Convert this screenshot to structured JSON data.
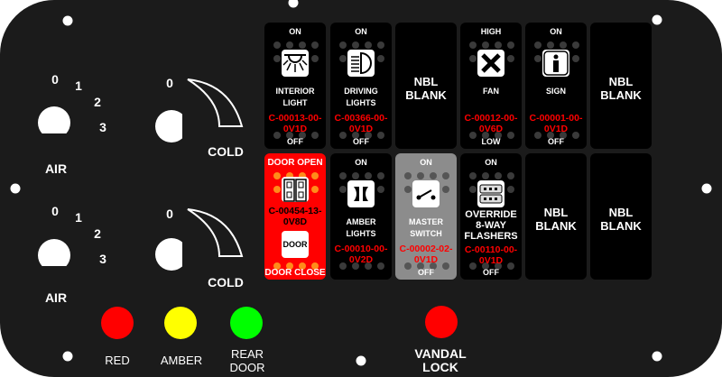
{
  "air_controls": [
    {
      "label": "AIR",
      "positions": [
        "0",
        "1",
        "2",
        "3"
      ],
      "temp_zero": "0",
      "temp_label": "COLD"
    },
    {
      "label": "AIR",
      "positions": [
        "0",
        "1",
        "2",
        "3"
      ],
      "temp_zero": "0",
      "temp_label": "COLD"
    }
  ],
  "switches": [
    {
      "top": "ON",
      "label": "INTERIOR LIGHT",
      "code": "C-00013-00-0V1D",
      "bottom": "OFF",
      "icon": "interior-light-icon",
      "style": "black"
    },
    {
      "top": "ON",
      "label": "DRIVING LIGHTS",
      "code": "C-00366-00-0V1D",
      "bottom": "OFF",
      "icon": "headlight-icon",
      "style": "black"
    },
    {
      "label": "NBL BLANK",
      "style": "blank"
    },
    {
      "top": "HIGH",
      "label": "FAN",
      "code": "C-00012-00-0V6D",
      "bottom": "LOW",
      "icon": "fan-icon",
      "style": "black"
    },
    {
      "top": "ON",
      "label": "SIGN",
      "code": "C-00001-00-0V1D",
      "bottom": "OFF",
      "icon": "info-icon",
      "style": "black"
    },
    {
      "label": "NBL BLANK",
      "style": "blank"
    },
    {
      "top": "DOOR OPEN",
      "label": "DOOR",
      "code": "C-00454-13-0V8D",
      "bottom": "DOOR CLOSE",
      "icon": "door-icon",
      "style": "red"
    },
    {
      "top": "ON",
      "label": "AMBER LIGHTS",
      "code": "C-00010-00-0V2D",
      "bottom": "",
      "icon": "amber-lights-icon",
      "style": "black"
    },
    {
      "top": "ON",
      "label": "MASTER SWITCH",
      "code": "C-00002-02-0V1D",
      "bottom": "OFF",
      "icon": "master-switch-icon",
      "style": "gray"
    },
    {
      "top": "ON",
      "label": "OVERRIDE 8-WAY FLASHERS",
      "code": "C-00110-00-0V1D",
      "bottom": "OFF",
      "icon": "flashers-icon",
      "style": "black"
    },
    {
      "label": "NBL BLANK",
      "style": "blank"
    },
    {
      "label": "NBL BLANK",
      "style": "blank"
    }
  ],
  "indicators": [
    {
      "label": "RED",
      "color": "#ff0000"
    },
    {
      "label": "AMBER",
      "color": "#ffff00"
    },
    {
      "label": "REAR DOOR",
      "color": "#00ff00"
    }
  ],
  "vandal_lock": {
    "label": "VANDAL LOCK",
    "color": "#ff0000"
  }
}
